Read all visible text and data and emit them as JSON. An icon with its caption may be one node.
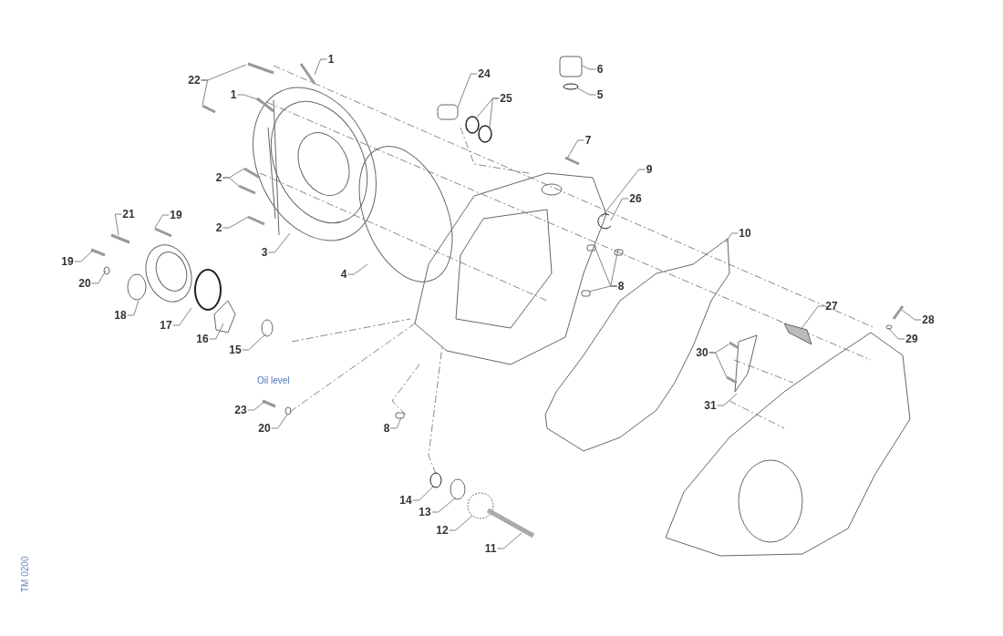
{
  "diagram": {
    "nodes": [
      {
        "text": [
          "1"
        ]
      },
      {
        "text": [
          "22"
        ]
      },
      {
        "text": [
          "24"
        ]
      },
      {
        "text": [
          "6"
        ]
      },
      {
        "text": [
          "1"
        ]
      },
      {
        "text": [
          "25"
        ]
      },
      {
        "text": [
          "5"
        ]
      },
      {
        "text": [
          "7"
        ]
      },
      {
        "text": [
          "9"
        ]
      },
      {
        "text": [
          "2"
        ]
      },
      {
        "text": [
          "26"
        ]
      },
      {
        "text": [
          "21"
        ]
      },
      {
        "text": [
          "19"
        ]
      },
      {
        "text": [
          "2"
        ]
      },
      {
        "text": [
          "10"
        ]
      },
      {
        "text": [
          "3"
        ]
      },
      {
        "text": [
          "19"
        ]
      },
      {
        "text": [
          "4"
        ]
      },
      {
        "text": [
          "20"
        ]
      },
      {
        "text": [
          "8"
        ]
      },
      {
        "text": [
          "27"
        ]
      },
      {
        "text": [
          "18"
        ]
      },
      {
        "text": [
          "28"
        ]
      },
      {
        "text": [
          "17"
        ]
      },
      {
        "text": [
          "16"
        ]
      },
      {
        "text": [
          "15"
        ]
      },
      {
        "text": [
          "29"
        ]
      },
      {
        "text": [
          "30"
        ]
      },
      {
        "text": [
          "31"
        ]
      },
      {
        "text": [
          "23"
        ]
      },
      {
        "text": [
          "20"
        ]
      },
      {
        "text": [
          "8"
        ]
      },
      {
        "text": [
          "14"
        ]
      },
      {
        "text": [
          "13"
        ]
      },
      {
        "text": [
          "12"
        ]
      },
      {
        "text": [
          "11"
        ]
      }
    ],
    "edges": [
      {
        "from": 0,
        "to": null,
        "arrow": "none"
      },
      {
        "from": 1,
        "to": null,
        "arrow": "none"
      },
      {
        "from": 1,
        "to": null,
        "arrow": "none"
      },
      {
        "from": 2,
        "to": null,
        "arrow": "none"
      },
      {
        "from": 3,
        "to": null,
        "arrow": "none"
      },
      {
        "from": 4,
        "to": null,
        "arrow": "none"
      },
      {
        "from": 5,
        "to": null,
        "arrow": "none"
      },
      {
        "from": 5,
        "to": null,
        "arrow": "none"
      },
      {
        "from": 6,
        "to": null,
        "arrow": "none"
      },
      {
        "from": 7,
        "to": null,
        "arrow": "none"
      },
      {
        "from": 8,
        "to": null,
        "arrow": "none"
      },
      {
        "from": 9,
        "to": null,
        "arrow": "none"
      },
      {
        "from": 9,
        "to": null,
        "arrow": "none"
      },
      {
        "from": 10,
        "to": null,
        "arrow": "none"
      },
      {
        "from": 11,
        "to": null,
        "arrow": "none"
      },
      {
        "from": 12,
        "to": null,
        "arrow": "none"
      },
      {
        "from": 13,
        "to": null,
        "arrow": "none"
      },
      {
        "from": 14,
        "to": null,
        "arrow": "none"
      },
      {
        "from": 15,
        "to": null,
        "arrow": "none"
      },
      {
        "from": 16,
        "to": null,
        "arrow": "none"
      },
      {
        "from": 17,
        "to": null,
        "arrow": "none"
      },
      {
        "from": 18,
        "to": null,
        "arrow": "none"
      },
      {
        "from": 19,
        "to": null,
        "arrow": "none"
      },
      {
        "from": 19,
        "to": null,
        "arrow": "none"
      },
      {
        "from": 19,
        "to": null,
        "arrow": "none"
      },
      {
        "from": 20,
        "to": null,
        "arrow": "none"
      },
      {
        "from": 21,
        "to": null,
        "arrow": "none"
      },
      {
        "from": 22,
        "to": null,
        "arrow": "none"
      },
      {
        "from": 23,
        "to": null,
        "arrow": "none"
      },
      {
        "from": 24,
        "to": null,
        "arrow": "none"
      },
      {
        "from": 25,
        "to": null,
        "arrow": "none"
      },
      {
        "from": 26,
        "to": null,
        "arrow": "none"
      },
      {
        "from": 27,
        "to": null,
        "arrow": "none"
      },
      {
        "from": 27,
        "to": null,
        "arrow": "none"
      },
      {
        "from": 28,
        "to": null,
        "arrow": "none"
      },
      {
        "from": 29,
        "to": null,
        "arrow": "none"
      },
      {
        "from": 30,
        "to": null,
        "arrow": "none"
      },
      {
        "from": 31,
        "to": null,
        "arrow": "none"
      },
      {
        "from": 32,
        "to": null,
        "arrow": "none"
      },
      {
        "from": 33,
        "to": null,
        "arrow": "none"
      },
      {
        "from": 34,
        "to": null,
        "arrow": "none"
      },
      {
        "from": 35,
        "to": null,
        "arrow": "none"
      }
    ],
    "labels": [
      "Oil level",
      "TM 0200"
    ]
  }
}
